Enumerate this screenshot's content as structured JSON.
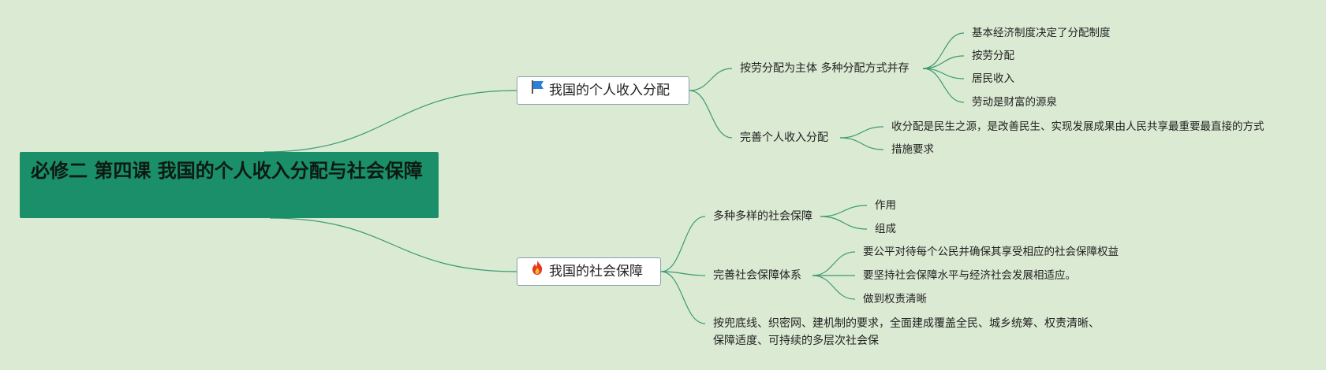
{
  "root": {
    "title": "必修二 第四课 我国的个人收入分配与社会保障"
  },
  "branches": [
    {
      "icon": "flag-icon",
      "label": "我国的个人收入分配",
      "children": [
        {
          "label": "按劳分配为主体 多种分配方式并存",
          "children": [
            "基本经济制度决定了分配制度",
            "按劳分配",
            "居民收入",
            "劳动是财富的源泉"
          ]
        },
        {
          "label": "完善个人收入分配",
          "children": [
            "收分配是民生之源，是改善民生、实现发展成果由人民共享最重要最直接的方式",
            "措施要求"
          ]
        }
      ]
    },
    {
      "icon": "fire-icon",
      "label": "我国的社会保障",
      "children": [
        {
          "label": "多种多样的社会保障",
          "children": [
            "作用",
            "组成"
          ]
        },
        {
          "label": "完善社会保障体系",
          "children": [
            "要公平对待每个公民并确保其享受相应的社会保障权益",
            "要坚持社会保障水平与经济社会发展相适应。",
            "做到权责清晰"
          ]
        },
        {
          "label_lines": [
            "按兜底线、织密网、建机制的要求，全面建成覆盖全民、城乡统筹、权责清晰、",
            "保障适度、可持续的多层次社会保"
          ],
          "children": []
        }
      ]
    }
  ],
  "colors": {
    "background": "#dbead3",
    "root": "#1a8f6a",
    "line": "#3a9a72"
  }
}
